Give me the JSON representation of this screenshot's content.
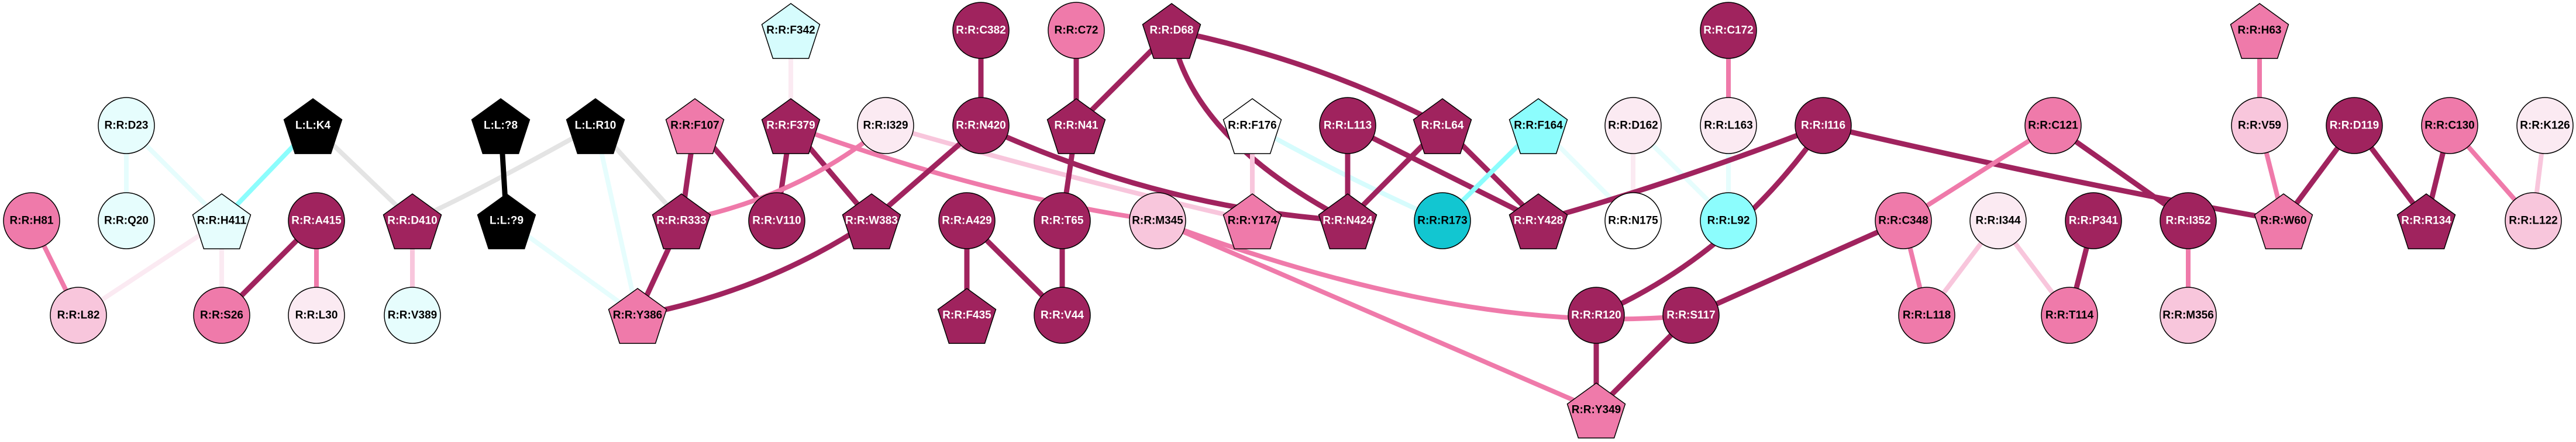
{
  "diagram": {
    "type": "residue-interaction-network",
    "palette": {
      "dark": "#a0235e",
      "medium": "#ef7aaa",
      "light": "#f8c6dc",
      "pale": "#fbeaf2",
      "white": "#ffffff",
      "icecyan": "#e6fdfd",
      "aqua": "#8cfdfd",
      "teal": "#12c6d1",
      "ligand": "#000000",
      "grey": "#e4e4e4",
      "skycyan": "#d6fcfd"
    },
    "nodes": [
      {
        "id": "H81",
        "label": "R:R:H81",
        "shape": "circle",
        "color": "medium"
      },
      {
        "id": "L82",
        "label": "R:R:L82",
        "shape": "circle",
        "color": "light"
      },
      {
        "id": "D23",
        "label": "R:R:D23",
        "shape": "circle",
        "color": "icecyan"
      },
      {
        "id": "Q20",
        "label": "R:R:Q20",
        "shape": "circle",
        "color": "icecyan"
      },
      {
        "id": "H411",
        "label": "R:R:H411",
        "shape": "pentagon",
        "color": "icecyan"
      },
      {
        "id": "K4",
        "label": "L:L:K4",
        "shape": "pentagon",
        "color": "ligand"
      },
      {
        "id": "A415",
        "label": "R:R:A415",
        "shape": "circle",
        "color": "dark"
      },
      {
        "id": "S26",
        "label": "R:R:S26",
        "shape": "circle",
        "color": "medium"
      },
      {
        "id": "L30",
        "label": "R:R:L30",
        "shape": "circle",
        "color": "pale"
      },
      {
        "id": "D410",
        "label": "R:R:D410",
        "shape": "pentagon",
        "color": "dark"
      },
      {
        "id": "V389",
        "label": "R:R:V389",
        "shape": "circle",
        "color": "icecyan"
      },
      {
        "id": "Q8",
        "label": "L:L:?8",
        "shape": "pentagon",
        "color": "ligand"
      },
      {
        "id": "Q9",
        "label": "L:L:?9",
        "shape": "pentagon",
        "color": "ligand"
      },
      {
        "id": "R10",
        "label": "L:L:R10",
        "shape": "pentagon",
        "color": "ligand"
      },
      {
        "id": "F107",
        "label": "R:R:F107",
        "shape": "pentagon",
        "color": "medium"
      },
      {
        "id": "F342",
        "label": "R:R:F342",
        "shape": "pentagon",
        "color": "skycyan"
      },
      {
        "id": "F379",
        "label": "R:R:F379",
        "shape": "pentagon",
        "color": "dark"
      },
      {
        "id": "I329",
        "label": "R:R:I329",
        "shape": "circle",
        "color": "pale"
      },
      {
        "id": "R333",
        "label": "R:R:R333",
        "shape": "pentagon",
        "color": "dark"
      },
      {
        "id": "V110",
        "label": "R:R:V110",
        "shape": "circle",
        "color": "dark"
      },
      {
        "id": "W383",
        "label": "R:R:W383",
        "shape": "pentagon",
        "color": "dark"
      },
      {
        "id": "Y386",
        "label": "R:R:Y386",
        "shape": "pentagon",
        "color": "medium"
      },
      {
        "id": "C382",
        "label": "R:R:C382",
        "shape": "circle",
        "color": "dark"
      },
      {
        "id": "C72",
        "label": "R:R:C72",
        "shape": "circle",
        "color": "medium"
      },
      {
        "id": "D68",
        "label": "R:R:D68",
        "shape": "pentagon",
        "color": "dark"
      },
      {
        "id": "N420",
        "label": "R:R:N420",
        "shape": "circle",
        "color": "dark"
      },
      {
        "id": "N41",
        "label": "R:R:N41",
        "shape": "pentagon",
        "color": "dark"
      },
      {
        "id": "F176",
        "label": "R:R:F176",
        "shape": "pentagon",
        "color": "white"
      },
      {
        "id": "L113",
        "label": "R:R:L113",
        "shape": "circle",
        "color": "dark"
      },
      {
        "id": "A429",
        "label": "R:R:A429",
        "shape": "circle",
        "color": "dark"
      },
      {
        "id": "T65",
        "label": "R:R:T65",
        "shape": "circle",
        "color": "dark"
      },
      {
        "id": "M345",
        "label": "R:R:M345",
        "shape": "circle",
        "color": "light"
      },
      {
        "id": "Y174",
        "label": "R:R:Y174",
        "shape": "pentagon",
        "color": "medium"
      },
      {
        "id": "N424",
        "label": "R:R:N424",
        "shape": "pentagon",
        "color": "dark"
      },
      {
        "id": "F435",
        "label": "R:R:F435",
        "shape": "pentagon",
        "color": "dark"
      },
      {
        "id": "V44",
        "label": "R:R:V44",
        "shape": "circle",
        "color": "dark"
      },
      {
        "id": "L64",
        "label": "R:R:L64",
        "shape": "pentagon",
        "color": "dark"
      },
      {
        "id": "F164",
        "label": "R:R:F164",
        "shape": "pentagon",
        "color": "aqua"
      },
      {
        "id": "D162",
        "label": "R:R:D162",
        "shape": "circle",
        "color": "pale"
      },
      {
        "id": "C172",
        "label": "R:R:C172",
        "shape": "circle",
        "color": "dark"
      },
      {
        "id": "L163",
        "label": "R:R:L163",
        "shape": "circle",
        "color": "pale"
      },
      {
        "id": "I116",
        "label": "R:R:I116",
        "shape": "circle",
        "color": "dark"
      },
      {
        "id": "R173",
        "label": "R:R:R173",
        "shape": "circle",
        "color": "teal"
      },
      {
        "id": "Y428",
        "label": "R:R:Y428",
        "shape": "pentagon",
        "color": "dark"
      },
      {
        "id": "N175",
        "label": "R:R:N175",
        "shape": "circle",
        "color": "white"
      },
      {
        "id": "L92",
        "label": "R:R:L92",
        "shape": "circle",
        "color": "aqua"
      },
      {
        "id": "R120",
        "label": "R:R:R120",
        "shape": "circle",
        "color": "dark"
      },
      {
        "id": "S117",
        "label": "R:R:S117",
        "shape": "circle",
        "color": "dark"
      },
      {
        "id": "Y349",
        "label": "R:R:Y349",
        "shape": "pentagon",
        "color": "medium"
      },
      {
        "id": "C121",
        "label": "R:R:C121",
        "shape": "circle",
        "color": "medium"
      },
      {
        "id": "C348",
        "label": "R:R:C348",
        "shape": "circle",
        "color": "medium"
      },
      {
        "id": "I344",
        "label": "R:R:I344",
        "shape": "circle",
        "color": "pale"
      },
      {
        "id": "P341",
        "label": "R:R:P341",
        "shape": "circle",
        "color": "dark"
      },
      {
        "id": "I352",
        "label": "R:R:I352",
        "shape": "circle",
        "color": "dark"
      },
      {
        "id": "L118",
        "label": "R:R:L118",
        "shape": "circle",
        "color": "medium"
      },
      {
        "id": "T114",
        "label": "R:R:T114",
        "shape": "circle",
        "color": "medium"
      },
      {
        "id": "M356",
        "label": "R:R:M356",
        "shape": "circle",
        "color": "light"
      },
      {
        "id": "H63",
        "label": "R:R:H63",
        "shape": "pentagon",
        "color": "medium"
      },
      {
        "id": "V59",
        "label": "R:R:V59",
        "shape": "circle",
        "color": "light"
      },
      {
        "id": "W60",
        "label": "R:R:W60",
        "shape": "pentagon",
        "color": "medium"
      },
      {
        "id": "D119",
        "label": "R:R:D119",
        "shape": "circle",
        "color": "dark"
      },
      {
        "id": "C130",
        "label": "R:R:C130",
        "shape": "circle",
        "color": "medium"
      },
      {
        "id": "K126",
        "label": "R:R:K126",
        "shape": "circle",
        "color": "pale"
      },
      {
        "id": "R134",
        "label": "R:R:R134",
        "shape": "pentagon",
        "color": "dark"
      },
      {
        "id": "L122",
        "label": "R:R:L122",
        "shape": "circle",
        "color": "light"
      }
    ],
    "edges": [
      {
        "source": "H81",
        "target": "L82",
        "color": "medium"
      },
      {
        "source": "H411",
        "target": "L82",
        "color": "pale"
      },
      {
        "source": "D23",
        "target": "Q20",
        "color": "icecyan"
      },
      {
        "source": "D23",
        "target": "H411",
        "color": "icecyan"
      },
      {
        "source": "K4",
        "target": "H411",
        "color": "aqua"
      },
      {
        "source": "H411",
        "target": "S26",
        "color": "pale"
      },
      {
        "source": "A415",
        "target": "S26",
        "color": "dark"
      },
      {
        "source": "A415",
        "target": "L30",
        "color": "medium"
      },
      {
        "source": "K4",
        "target": "D410",
        "color": "grey"
      },
      {
        "source": "R10",
        "target": "D410",
        "color": "grey"
      },
      {
        "source": "D410",
        "target": "V389",
        "color": "light"
      },
      {
        "source": "Q8",
        "target": "Q9",
        "color": "ligand"
      },
      {
        "source": "Q9",
        "target": "Y386",
        "color": "icecyan"
      },
      {
        "source": "R10",
        "target": "Y386",
        "color": "icecyan"
      },
      {
        "source": "R10",
        "target": "R333",
        "color": "grey"
      },
      {
        "source": "F107",
        "target": "R333",
        "color": "dark"
      },
      {
        "source": "F107",
        "target": "V110",
        "color": "dark"
      },
      {
        "source": "F342",
        "target": "F379",
        "color": "pale"
      },
      {
        "source": "F379",
        "target": "V110",
        "color": "dark"
      },
      {
        "source": "F379",
        "target": "W383",
        "color": "dark"
      },
      {
        "source": "F379",
        "target": "M345",
        "color": "medium"
      },
      {
        "source": "I329",
        "target": "R333",
        "color": "medium"
      },
      {
        "source": "I329",
        "target": "Y174",
        "color": "light"
      },
      {
        "source": "R333",
        "target": "Y386",
        "color": "dark"
      },
      {
        "source": "W383",
        "target": "Y386",
        "color": "dark"
      },
      {
        "source": "N420",
        "target": "W383",
        "color": "dark"
      },
      {
        "source": "C382",
        "target": "N420",
        "color": "dark"
      },
      {
        "source": "N420",
        "target": "N424",
        "color": "dark"
      },
      {
        "source": "C72",
        "target": "N41",
        "color": "dark"
      },
      {
        "source": "D68",
        "target": "N41",
        "color": "dark"
      },
      {
        "source": "N41",
        "target": "T65",
        "color": "dark"
      },
      {
        "source": "D68",
        "target": "N424",
        "color": "dark"
      },
      {
        "source": "D68",
        "target": "L64",
        "color": "dark"
      },
      {
        "source": "A429",
        "target": "F435",
        "color": "dark"
      },
      {
        "source": "A429",
        "target": "V44",
        "color": "dark"
      },
      {
        "source": "T65",
        "target": "V44",
        "color": "dark"
      },
      {
        "source": "M345",
        "target": "Y349",
        "color": "medium"
      },
      {
        "source": "M345",
        "target": "S117",
        "color": "medium"
      },
      {
        "source": "F176",
        "target": "Y174",
        "color": "light"
      },
      {
        "source": "F176",
        "target": "R173",
        "color": "skycyan"
      },
      {
        "source": "L113",
        "target": "N424",
        "color": "dark"
      },
      {
        "source": "L113",
        "target": "Y428",
        "color": "dark"
      },
      {
        "source": "L64",
        "target": "N424",
        "color": "dark"
      },
      {
        "source": "L64",
        "target": "Y428",
        "color": "dark"
      },
      {
        "source": "F164",
        "target": "R173",
        "color": "aqua"
      },
      {
        "source": "F164",
        "target": "N175",
        "color": "icecyan"
      },
      {
        "source": "D162",
        "target": "N175",
        "color": "pale"
      },
      {
        "source": "D162",
        "target": "L92",
        "color": "icecyan"
      },
      {
        "source": "C172",
        "target": "L163",
        "color": "medium"
      },
      {
        "source": "L163",
        "target": "L92",
        "color": "icecyan"
      },
      {
        "source": "I116",
        "target": "Y428",
        "color": "dark"
      },
      {
        "source": "I116",
        "target": "R120",
        "color": "dark"
      },
      {
        "source": "I116",
        "target": "W60",
        "color": "dark"
      },
      {
        "source": "R120",
        "target": "Y349",
        "color": "dark"
      },
      {
        "source": "S117",
        "target": "Y349",
        "color": "dark"
      },
      {
        "source": "C348",
        "target": "S117",
        "color": "dark"
      },
      {
        "source": "C121",
        "target": "C348",
        "color": "medium"
      },
      {
        "source": "C121",
        "target": "I352",
        "color": "dark"
      },
      {
        "source": "C348",
        "target": "L118",
        "color": "medium"
      },
      {
        "source": "I344",
        "target": "L118",
        "color": "light"
      },
      {
        "source": "I344",
        "target": "T114",
        "color": "light"
      },
      {
        "source": "P341",
        "target": "T114",
        "color": "dark"
      },
      {
        "source": "I352",
        "target": "M356",
        "color": "medium"
      },
      {
        "source": "H63",
        "target": "V59",
        "color": "medium"
      },
      {
        "source": "V59",
        "target": "W60",
        "color": "medium"
      },
      {
        "source": "D119",
        "target": "W60",
        "color": "dark"
      },
      {
        "source": "D119",
        "target": "R134",
        "color": "dark"
      },
      {
        "source": "C130",
        "target": "R134",
        "color": "dark"
      },
      {
        "source": "C130",
        "target": "L122",
        "color": "medium"
      },
      {
        "source": "K126",
        "target": "L122",
        "color": "light"
      }
    ]
  }
}
